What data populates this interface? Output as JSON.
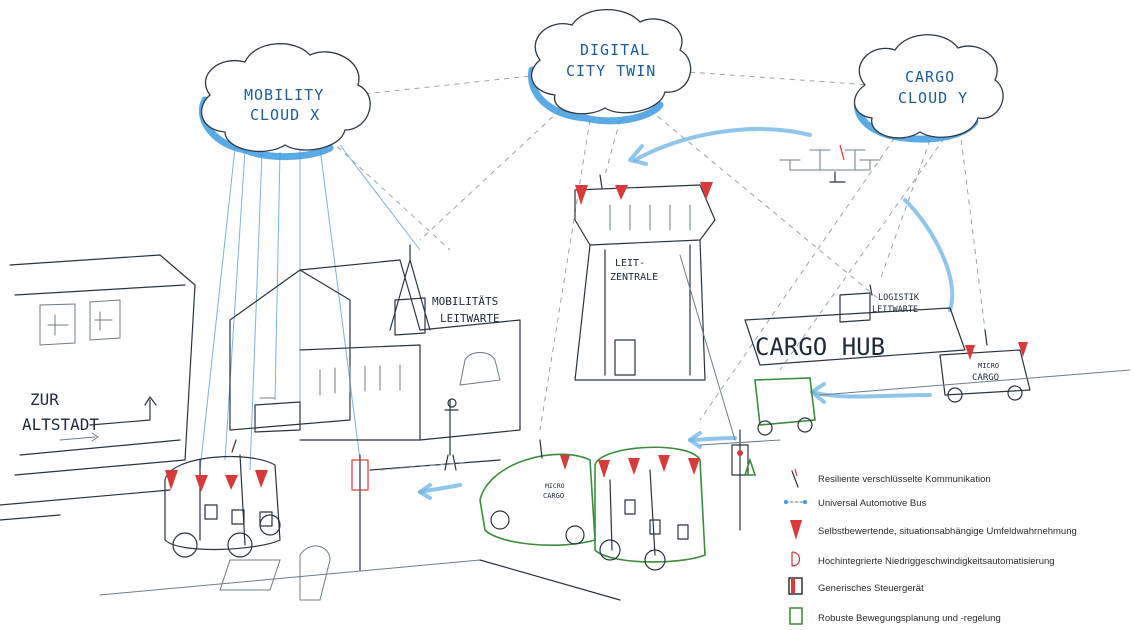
{
  "clouds": {
    "mobility": [
      "MOBILITY",
      "CLOUD X"
    ],
    "twin": [
      "DIGITAL",
      "CITY TWIN"
    ],
    "cargo": [
      "CARGO",
      "CLOUD Y"
    ]
  },
  "labels": {
    "altstadt": [
      "ZUR",
      "ALTSTADT"
    ],
    "leitwarte": [
      "MOBILITÄTS",
      "LEITWARTE"
    ],
    "leitzentrale": [
      "LEIT-",
      "ZENTRALE"
    ],
    "logistik": [
      "LOGISTIK",
      "LEITWARTE"
    ],
    "cargo_hub": "CARGO  HUB",
    "micro_cargo": [
      "MICRO",
      "CARGO"
    ],
    "micro_cargo2": [
      "MICRO",
      "CARGO"
    ]
  },
  "legend": [
    {
      "icon": "antenna-icon",
      "text": "Resiliente verschlüsselte Kommunikation"
    },
    {
      "icon": "bus-icon",
      "text": "Universal Automotive Bus"
    },
    {
      "icon": "sensor-cone-icon",
      "text": "Selbstbewertende, situationsabhängige Umfeldwahrnehmung"
    },
    {
      "icon": "automation-icon",
      "text": "Hochintegrierte Niedriggeschwindigkeitsautomatisierung"
    },
    {
      "icon": "control-unit-icon",
      "text": "Generisches Steuergerät"
    },
    {
      "icon": "motion-planning-icon",
      "text": "Robuste Bewegungsplanung und -regelung"
    }
  ],
  "colors": {
    "cloud_blue": "#3d9be0",
    "sensor_red": "#d83a3a",
    "vehicle_green": "#3b8d3b"
  }
}
